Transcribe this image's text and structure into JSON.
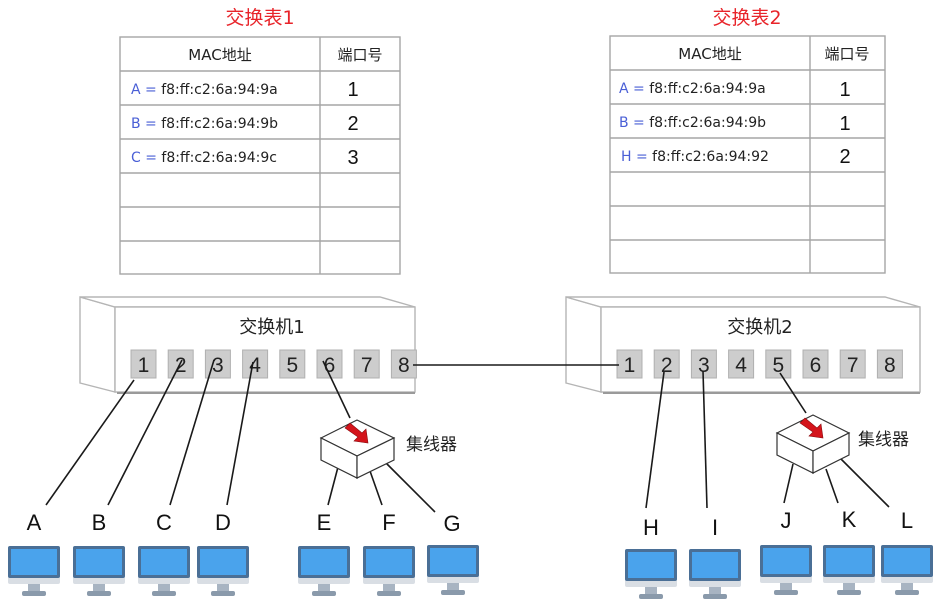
{
  "tables": [
    {
      "title": "交换表1",
      "headers": [
        "MAC地址",
        "端口号"
      ],
      "rows": [
        {
          "host": "A",
          "mac": "f8:ff:c2:6a:94:9a",
          "port": "1"
        },
        {
          "host": "B",
          "mac": "f8:ff:c2:6a:94:9b",
          "port": "2"
        },
        {
          "host": "C",
          "mac": "f8:ff:c2:6a:94:9c",
          "port": "3"
        },
        {
          "host": "",
          "mac": "",
          "port": ""
        },
        {
          "host": "",
          "mac": "",
          "port": ""
        },
        {
          "host": "",
          "mac": "",
          "port": ""
        }
      ]
    },
    {
      "title": "交换表2",
      "headers": [
        "MAC地址",
        "端口号"
      ],
      "rows": [
        {
          "host": "A",
          "mac": "f8:ff:c2:6a:94:9a",
          "port": "1"
        },
        {
          "host": "B",
          "mac": "f8:ff:c2:6a:94:9b",
          "port": "1"
        },
        {
          "host": "H",
          "mac": "f8:ff:c2:6a:94:92",
          "port": "2"
        },
        {
          "host": "",
          "mac": "",
          "port": ""
        },
        {
          "host": "",
          "mac": "",
          "port": ""
        },
        {
          "host": "",
          "mac": "",
          "port": ""
        }
      ]
    }
  ],
  "switches": [
    {
      "name": "交换机1",
      "ports": [
        "1",
        "2",
        "3",
        "4",
        "5",
        "6",
        "7",
        "8"
      ]
    },
    {
      "name": "交换机2",
      "ports": [
        "1",
        "2",
        "3",
        "4",
        "5",
        "6",
        "7",
        "8"
      ]
    }
  ],
  "hubs": [
    {
      "name": "集线器",
      "uplink": "switch1-port6"
    },
    {
      "name": "集线器",
      "uplink": "switch2-port5"
    }
  ],
  "trunk": {
    "from": "switch1-port8",
    "to": "switch2-port1"
  },
  "hosts": [
    {
      "name": "A",
      "connect": "switch1-port1"
    },
    {
      "name": "B",
      "connect": "switch1-port2"
    },
    {
      "name": "C",
      "connect": "switch1-port3"
    },
    {
      "name": "D",
      "connect": "switch1-port4"
    },
    {
      "name": "E",
      "connect": "hub1"
    },
    {
      "name": "F",
      "connect": "hub1"
    },
    {
      "name": "G",
      "connect": "hub1"
    },
    {
      "name": "H",
      "connect": "switch2-port2"
    },
    {
      "name": "I",
      "connect": "switch2-port3"
    },
    {
      "name": "J",
      "connect": "hub2"
    },
    {
      "name": "K",
      "connect": "hub2"
    },
    {
      "name": "L",
      "connect": "hub2"
    }
  ],
  "colors": {
    "title": "#e8242a",
    "mac_label": "#4a5fd6",
    "port_fill": "#cdcdcd",
    "monitor_frame": "#4a6f96",
    "monitor_screen": "#4aa3ec",
    "monitor_chin": "#d9dee4",
    "monitor_stand": "#8a9aab",
    "hub_arrow": "#d4141b"
  }
}
